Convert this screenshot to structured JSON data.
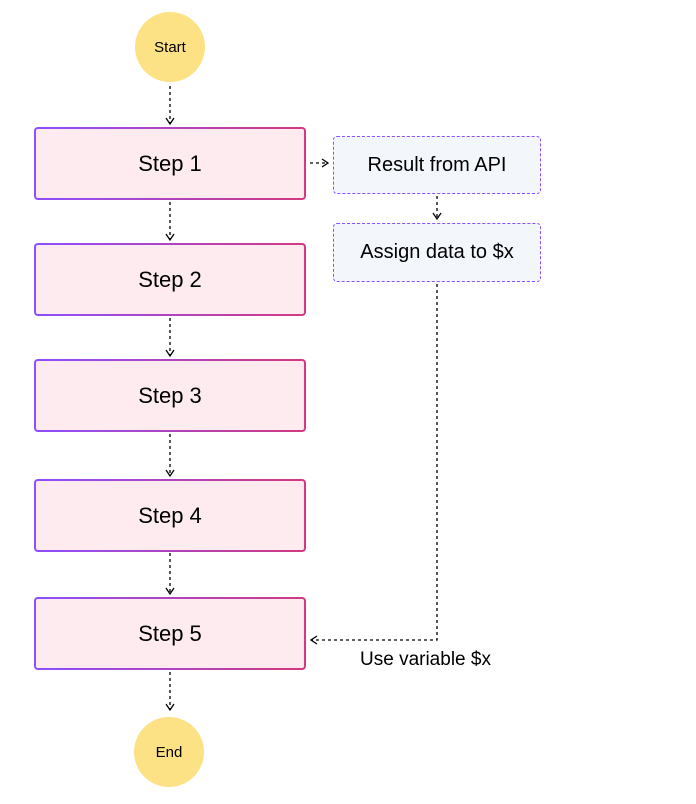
{
  "nodes": {
    "start": "Start",
    "end": "End",
    "steps": [
      "Step 1",
      "Step 2",
      "Step 3",
      "Step 4",
      "Step 5"
    ],
    "result": "Result from API",
    "assign": "Assign data to $x"
  },
  "edge_labels": {
    "use_variable": "Use variable $x"
  },
  "colors": {
    "terminal_fill": "#fce285",
    "step_fill": "#fdebef",
    "step_border_start": "#8c4fff",
    "step_border_end": "#d2397f",
    "side_fill": "#f3f7fc",
    "side_border": "#8c4fff",
    "connector": "#000000"
  }
}
